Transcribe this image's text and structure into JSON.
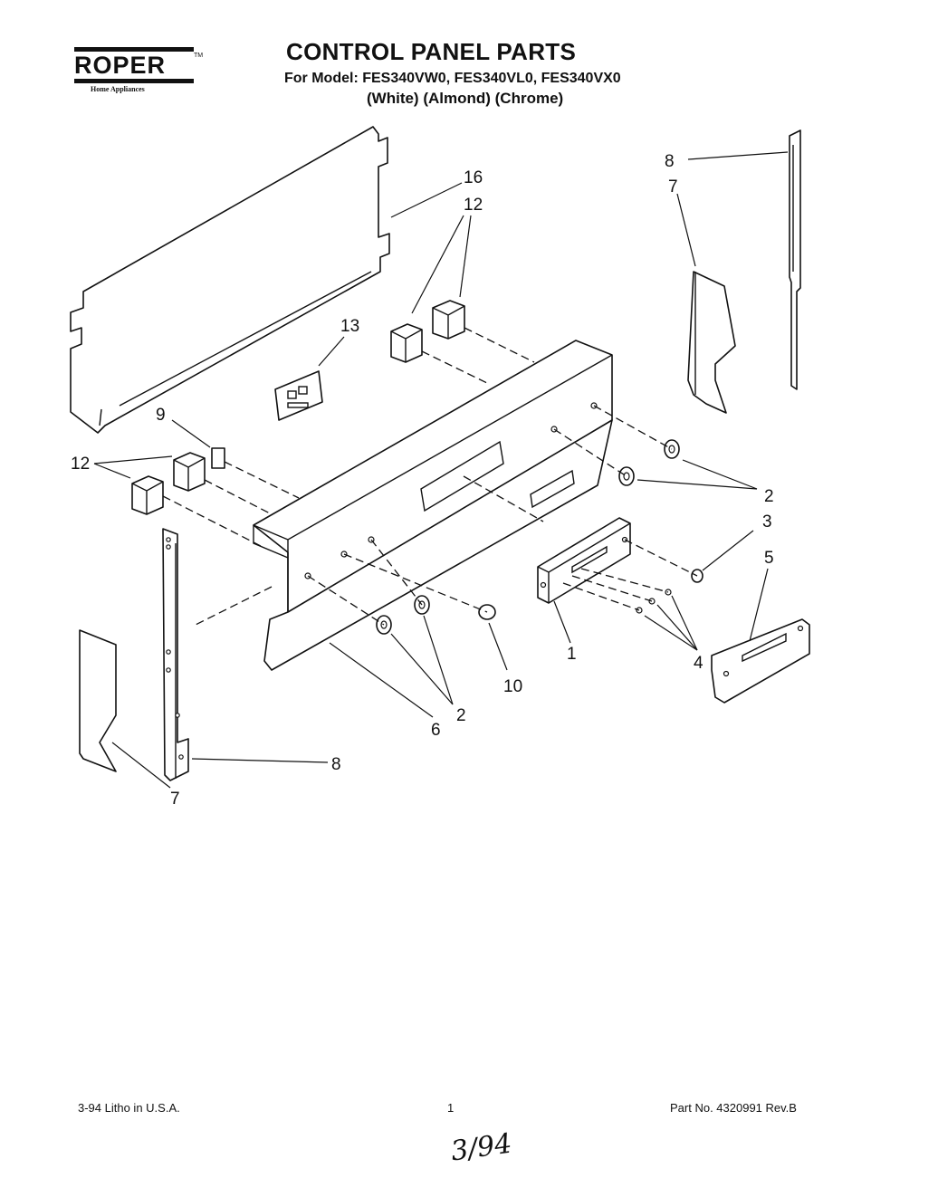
{
  "header": {
    "brand": "ROPER",
    "brand_tm": "TM",
    "brand_sub": "Home Appliances",
    "title": "CONTROL PANEL PARTS",
    "model_line": "For Model: FES340VW0, FES340VL0, FES340VX0",
    "finishes": "(White)  (Almond)  (Chrome)"
  },
  "callouts": {
    "c16": "16",
    "c12a": "12",
    "c13": "13",
    "c9": "9",
    "c12b": "12",
    "c8a": "8",
    "c7a": "7",
    "c2a": "2",
    "c3": "3",
    "c5": "5",
    "c1": "1",
    "c4": "4",
    "c10": "10",
    "c2b": "2",
    "c6": "6",
    "c8b": "8",
    "c7b": "7"
  },
  "footer": {
    "date": "3-94  Litho in U.S.A.",
    "page": "1",
    "part_no": "Part No. 4320991 Rev.B"
  },
  "handwriting": "3/94"
}
